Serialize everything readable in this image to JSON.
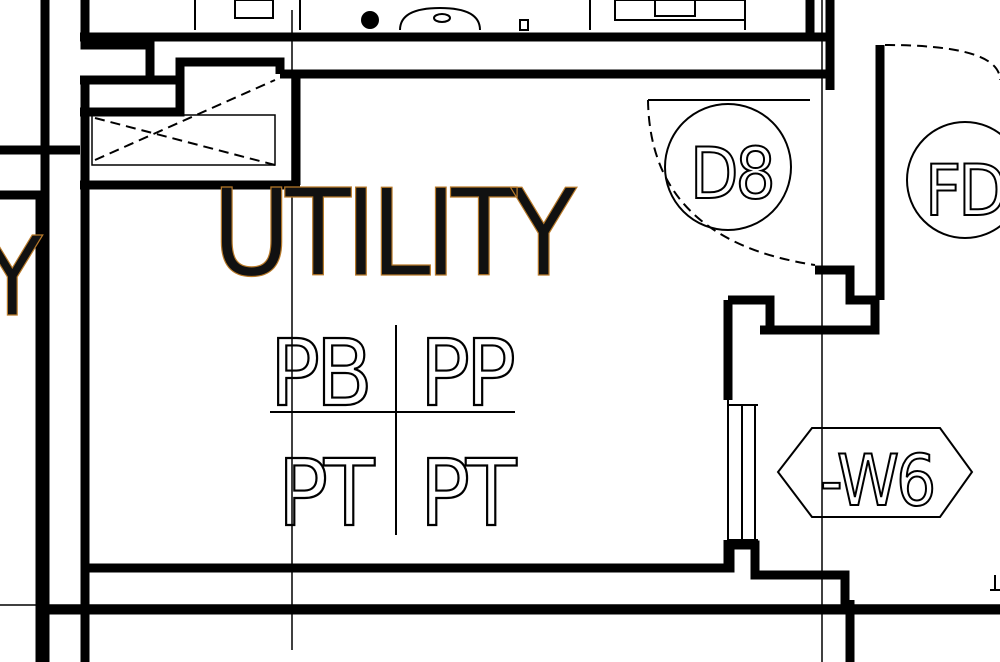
{
  "drawing": {
    "room_name": "UTILITY",
    "finish_codes": {
      "top_left": "PB",
      "top_right": "PP",
      "bottom_left": "PT",
      "bottom_right": "PT"
    },
    "door_tag": "D8",
    "door_tag_right": "FD",
    "window_tag": "-W6",
    "partial_label_left": "Y"
  },
  "colors": {
    "line": "#000000",
    "label_shadow": "#b87a2a",
    "background": "#ffffff"
  }
}
